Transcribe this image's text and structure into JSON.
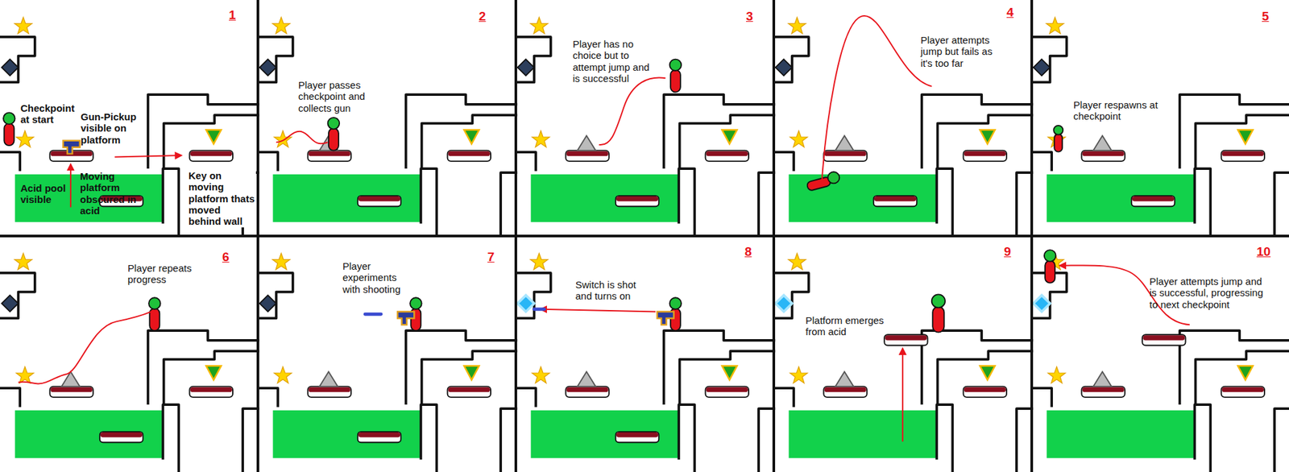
{
  "diagram": {
    "labels": [
      "1",
      "Checkpoint at start",
      "Gun-Pickup visible on platform",
      "Acid pool visible",
      "Moving platform obscured in acid",
      "Key on moving platform thats moved behind wall",
      "2",
      "Player passes checkpoint and collects gun",
      "3",
      "Player has no choice but to attempt jump and is successful",
      "4",
      "Player attempts jump but fails as it's too far",
      "5",
      "Player respawns at checkpoint",
      "6",
      "Player repeats progress",
      "7",
      "Player experiments with shooting",
      "8",
      "Switch is shot and turns on",
      "9",
      "Platform emerges from acid",
      "10",
      "Player attempts jump and is successful, progressing to next checkpoint"
    ]
  }
}
